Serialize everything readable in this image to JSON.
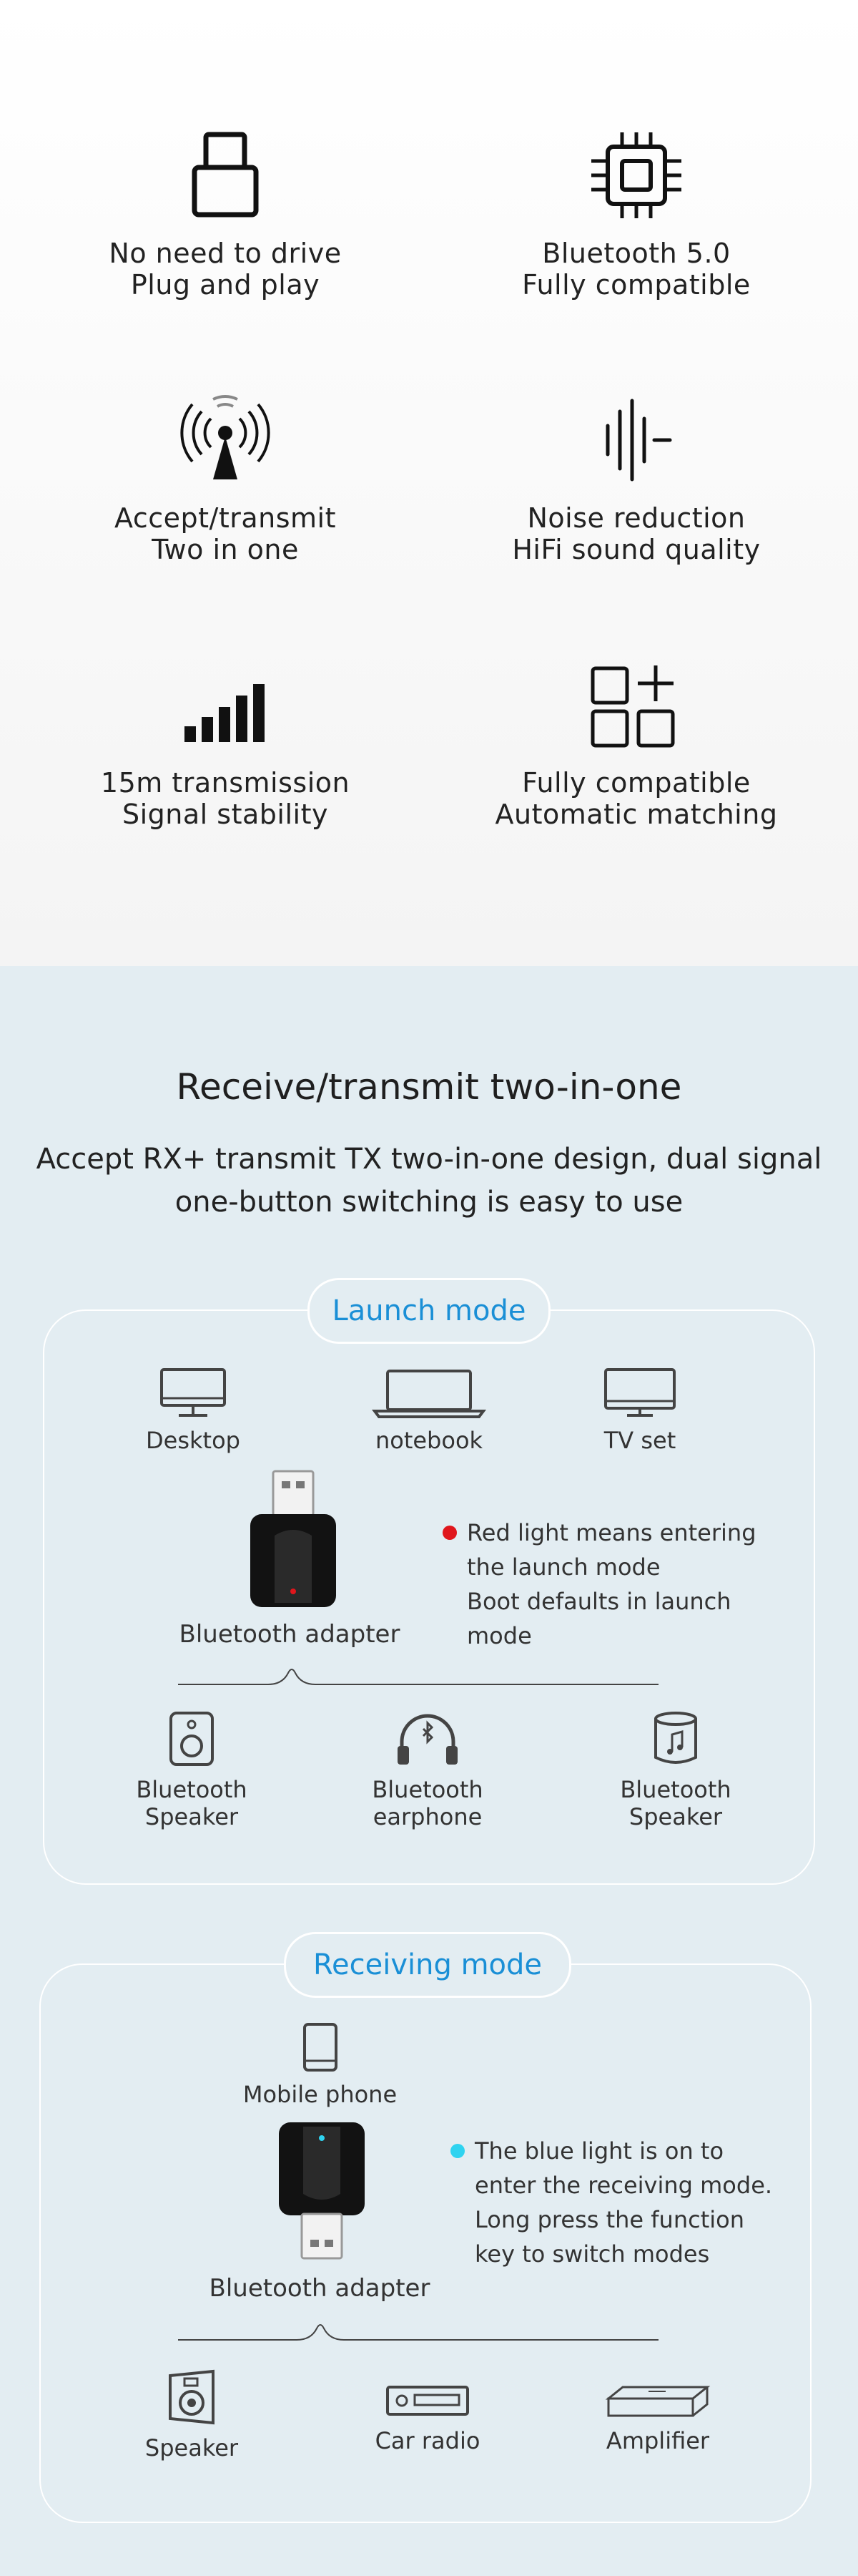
{
  "features": [
    {
      "icon": "usb-plug-icon",
      "line1": "No need to drive",
      "line2": "Plug and play"
    },
    {
      "icon": "chip-icon",
      "line1": "Bluetooth 5.0",
      "line2": "Fully compatible"
    },
    {
      "icon": "signal-tower-icon",
      "line1": "Accept/transmit",
      "line2": "Two in one"
    },
    {
      "icon": "sound-wave-icon",
      "line1": "Noise reduction",
      "line2": "HiFi sound quality"
    },
    {
      "icon": "signal-bars-icon",
      "line1": "15m transmission",
      "line2": "Signal stability"
    },
    {
      "icon": "apps-grid-icon",
      "line1": "Fully compatible",
      "line2": "Automatic matching"
    }
  ],
  "section": {
    "title": "Receive/transmit two-in-one",
    "subtitle_line1": "Accept RX+ transmit TX two-in-one design, dual signal",
    "subtitle_line2": "one-button switching is easy to use"
  },
  "launch_mode": {
    "label": "Launch mode",
    "sources": [
      {
        "icon": "desktop-icon",
        "label": "Desktop"
      },
      {
        "icon": "laptop-icon",
        "label": "notebook"
      },
      {
        "icon": "tv-icon",
        "label": "TV set"
      }
    ],
    "adapter_label": "Bluetooth adapter",
    "indicator_color": "#e0161c",
    "note_lines": [
      "Red light means entering",
      "the launch mode",
      "Boot defaults in launch",
      "mode"
    ],
    "targets": [
      {
        "icon": "speaker-icon",
        "line1": "Bluetooth",
        "line2": "Speaker"
      },
      {
        "icon": "headphones-icon",
        "line1": "Bluetooth",
        "line2": "earphone"
      },
      {
        "icon": "cylinder-speaker-icon",
        "line1": "Bluetooth",
        "line2": "Speaker"
      }
    ]
  },
  "receiving_mode": {
    "label": "Receiving mode",
    "source": {
      "icon": "mobile-phone-icon",
      "label": "Mobile phone"
    },
    "adapter_label": "Bluetooth adapter",
    "indicator_color": "#2fd3f0",
    "note_lines": [
      "The blue light is on to",
      "enter the receiving mode.",
      "Long press the function",
      "key to switch modes"
    ],
    "targets": [
      {
        "icon": "speaker-box-icon",
        "label": "Speaker"
      },
      {
        "icon": "car-radio-icon",
        "label": "Car radio"
      },
      {
        "icon": "amplifier-icon",
        "label": "Amplifier"
      }
    ]
  },
  "colors": {
    "accent": "#1a8fd6",
    "section_bg": "#e3edf2"
  }
}
